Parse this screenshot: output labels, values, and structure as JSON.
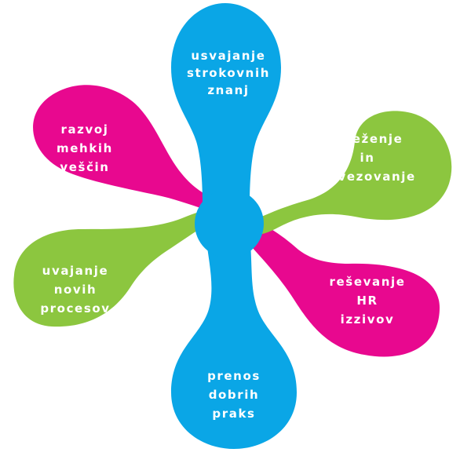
{
  "colors": {
    "blue": "#0aa6e6",
    "magenta": "#e8088f",
    "green": "#8cc63f",
    "background": "#ffffff",
    "text": "#ffffff"
  },
  "petals": {
    "top": {
      "color": "blue",
      "lines": [
        "usvajanje",
        "strokovnih",
        "znanj"
      ]
    },
    "upper_right": {
      "color": "green",
      "lines": [
        "mreženje",
        "in",
        "povezovanje"
      ]
    },
    "lower_right": {
      "color": "magenta",
      "lines": [
        "reševanje",
        "HR",
        "izzivov"
      ]
    },
    "bottom": {
      "color": "blue",
      "lines": [
        "prenos",
        "dobrih",
        "praks"
      ]
    },
    "lower_left": {
      "color": "green",
      "lines": [
        "uvajanje",
        "novih",
        "procesov"
      ]
    },
    "upper_left": {
      "color": "magenta",
      "lines": [
        "razvoj",
        "mehkih",
        "veščin"
      ]
    }
  }
}
